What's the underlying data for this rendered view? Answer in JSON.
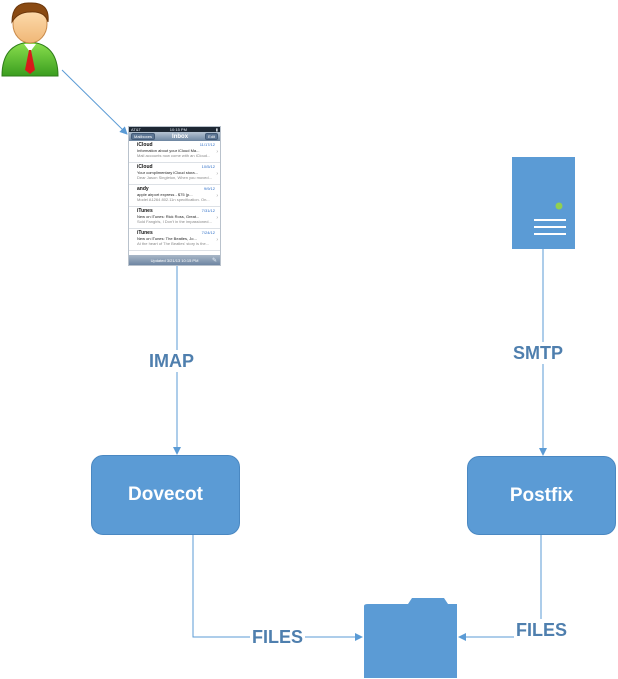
{
  "diagram": {
    "nodes": {
      "dovecot": {
        "label": "Dovecot"
      },
      "postfix": {
        "label": "Postfix"
      }
    },
    "edges": {
      "imap": {
        "label": "IMAP"
      },
      "smtp": {
        "label": "SMTP"
      },
      "files_left": {
        "label": "FILES"
      },
      "files_right": {
        "label": "FILES"
      }
    }
  },
  "phone": {
    "status": {
      "carrier": "AT&T",
      "time": "10:15 PM"
    },
    "nav": {
      "left": "Mailboxes",
      "title": "Inbox",
      "right": "Edit"
    },
    "messages": [
      {
        "from": "iCloud",
        "date": "11/17/12",
        "subject": "Information about your iCloud Ma...",
        "preview": "Mail accounts now come with an iCloud..."
      },
      {
        "from": "iCloud",
        "date": "10/5/12",
        "subject": "Your complimentary iCloud stora...",
        "preview": "Dear Jason Singleton, When you moved..."
      },
      {
        "from": "andy",
        "date": "9/9/12",
        "subject": "apple airport express - $75 (p...",
        "preview": "Model A1264 802.11n specification. On..."
      },
      {
        "from": "iTunes",
        "date": "7/31/12",
        "subject": "New on iTunes: Rick Ross, Great...",
        "preview": "Sold Fangirls, I Don't in the impassioned..."
      },
      {
        "from": "iTunes",
        "date": "7/24/12",
        "subject": "New on iTunes: The Beatles, Jo...",
        "preview": "At the heart of The Beatles' story is the..."
      }
    ],
    "toolbar": {
      "updated": "Updated 3/21/13 10:15 PM"
    }
  },
  "colors": {
    "node_fill": "#5b9bd5",
    "edge": "#5b9bd5",
    "label_text": "#4f7fae"
  }
}
